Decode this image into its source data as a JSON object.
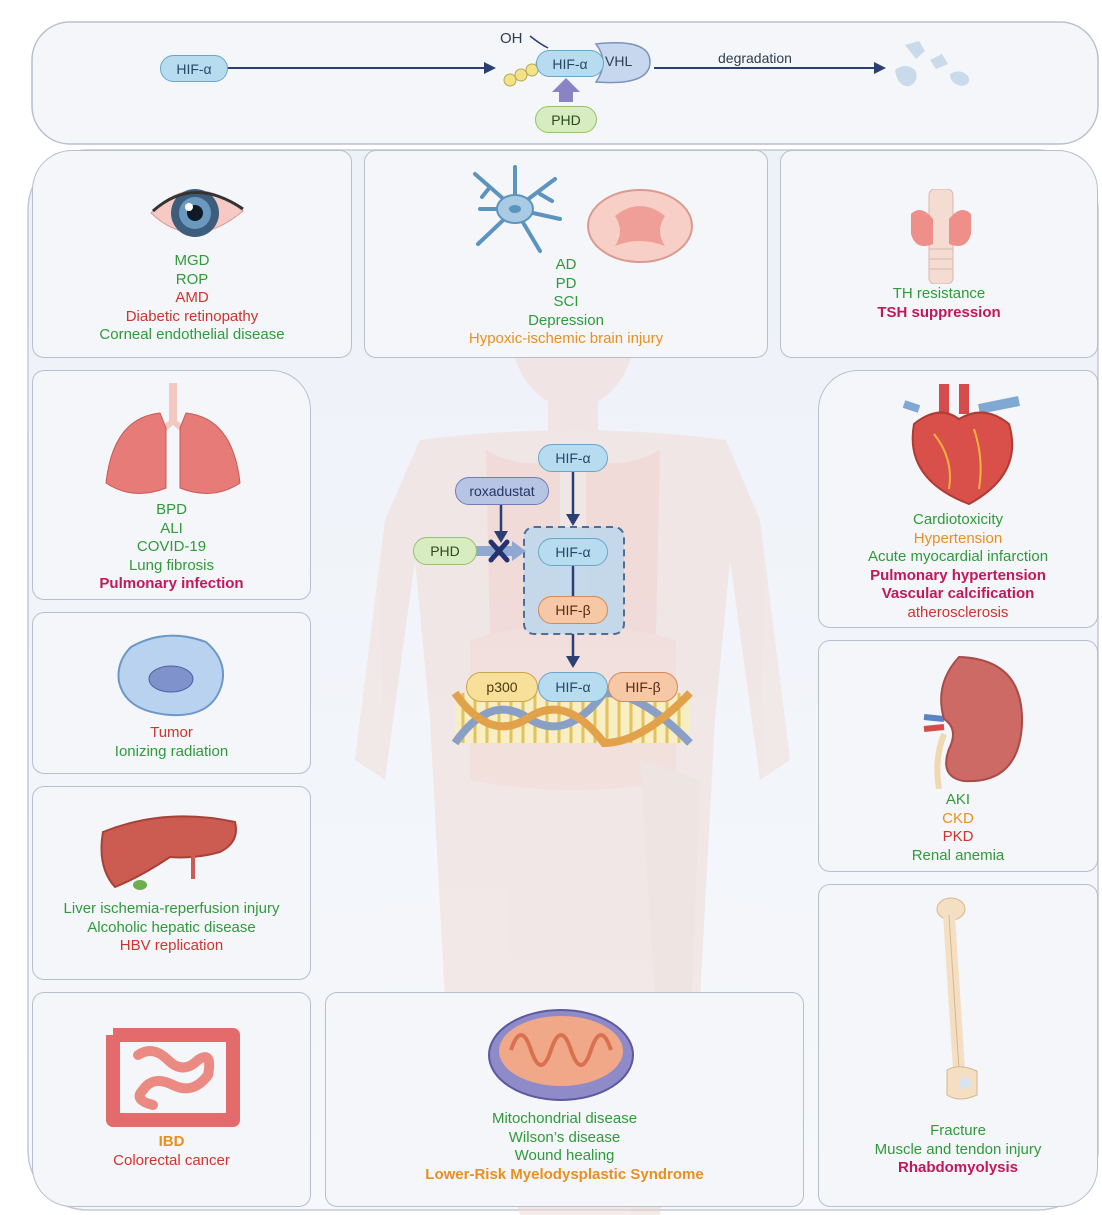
{
  "pathway": {
    "hif_alpha": "HIF-α",
    "oh": "OH",
    "hif_alpha_bound": "HIF-α",
    "vhl": "VHL",
    "degradation": "degradation",
    "phd": "PHD"
  },
  "center": {
    "hif_alpha_top": "HIF-α",
    "roxadustat": "roxadustat",
    "phd": "PHD",
    "hif_alpha_complex": "HIF-α",
    "hif_beta_complex": "HIF-β",
    "p300": "p300",
    "hif_alpha_dna": "HIF-α",
    "hif_beta_dna": "HIF-β"
  },
  "panels": {
    "eye": [
      "MGD",
      "ROP",
      "AMD",
      "Diabetic retinopathy",
      "Corneal endothelial disease"
    ],
    "brain": [
      "AD",
      "PD",
      "SCI",
      "Depression",
      "Hypoxic-ischemic brain injury"
    ],
    "thyroid": [
      "TH resistance",
      "TSH suppression"
    ],
    "lung": [
      "BPD",
      "ALI",
      "COVID-19",
      "Lung fibrosis",
      "Pulmonary infection"
    ],
    "heart": [
      "Cardiotoxicity",
      "Hypertension",
      "Acute myocardial infarction",
      "Pulmonary hypertension",
      "Vascular calcification",
      "atherosclerosis"
    ],
    "tumor": [
      "Tumor",
      "Ionizing radiation"
    ],
    "kidney": [
      "AKI",
      "CKD",
      "PKD",
      "Renal anemia"
    ],
    "liver": [
      "Liver ischemia-reperfusion injury",
      "Alcoholic hepatic disease",
      "HBV replication"
    ],
    "intestine": [
      "IBD",
      "Colorectal cancer"
    ],
    "mito": [
      "Mitochondrial disease",
      "Wilson’s disease",
      "Wound healing",
      "Lower-Risk Myelodysplastic Syndrome"
    ],
    "bone": [
      "Fracture",
      "Muscle and tendon injury",
      "Rhabdomyolysis"
    ]
  },
  "colors": {
    "green": "#2f9a3a",
    "red": "#d0342c",
    "orange": "#e8901f",
    "magenta": "#c2185b",
    "panel_border": "#b7bfcd",
    "arrow": "#2b3f73"
  }
}
